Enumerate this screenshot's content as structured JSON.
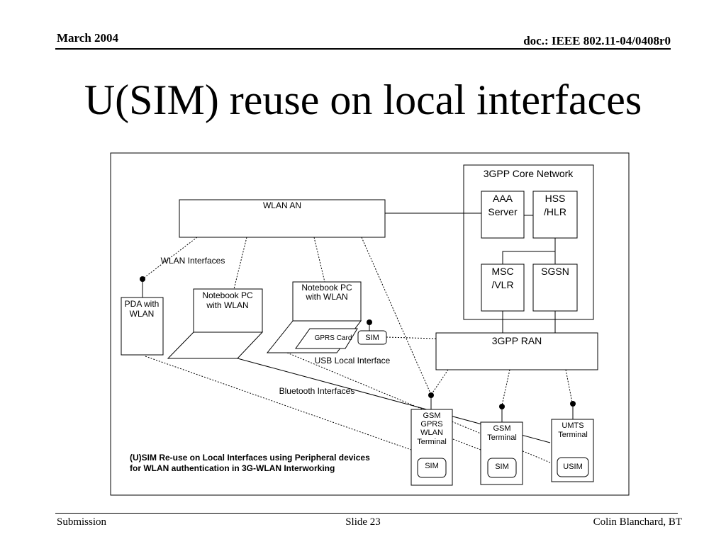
{
  "header": {
    "date": "March 2004",
    "doc": "doc.: IEEE 802.11-04/0408r0"
  },
  "title": "U(SIM) reuse on local interfaces",
  "diagram": {
    "core_network": "3GPP Core Network",
    "aaa": [
      "AAA",
      "Server"
    ],
    "hss": [
      "HSS",
      "/HLR"
    ],
    "msc": [
      "MSC",
      "/VLR"
    ],
    "sgsn": "SGSN",
    "ran": "3GPP RAN",
    "wlan_an": "WLAN AN",
    "wlan_interfaces": "WLAN Interfaces",
    "pda": [
      "PDA with",
      "WLAN"
    ],
    "notebook1": [
      "Notebook PC",
      "with WLAN"
    ],
    "notebook2": [
      "Notebook PC",
      "with WLAN"
    ],
    "gprs_card": "GPRS Card",
    "sim_card": "SIM",
    "usb": "USB Local Interface",
    "bluetooth": "Bluetooth Interfaces",
    "gsm_gprs_terminal": [
      "GSM",
      "GPRS",
      "WLAN",
      "Terminal"
    ],
    "gsm_terminal": [
      "GSM",
      "Terminal"
    ],
    "umts_terminal": [
      "UMTS",
      "Terminal"
    ],
    "sim1": "SIM",
    "sim2": "SIM",
    "usim": "USIM",
    "caption": [
      "(U)SIM Re-use on Local Interfaces using Peripheral devices",
      "for WLAN authentication in 3G-WLAN Interworking"
    ]
  },
  "footer": {
    "left": "Submission",
    "center": "Slide 23",
    "right": "Colin Blanchard, BT"
  }
}
